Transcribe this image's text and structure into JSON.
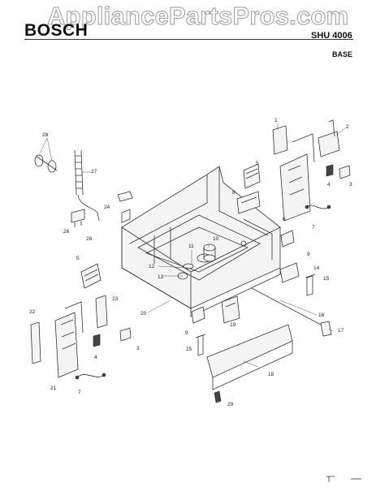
{
  "header": {
    "brand": "BOSCH",
    "watermark": "AppliancePartsPros.com",
    "model": "SHU 4006",
    "section": "BASE"
  },
  "callouts": {
    "c1": "1",
    "c2": "2",
    "c3a": "3",
    "c3b": "3",
    "c4a": "4",
    "c4b": "4",
    "c5a": "5",
    "c5b": "5",
    "c6": "6",
    "c7a": "7",
    "c7b": "7",
    "c8": "8",
    "c9a": "9",
    "c9b": "9",
    "c10": "10",
    "c11": "11",
    "c12": "12",
    "c13": "13",
    "c14": "14",
    "c15a": "15",
    "c15b": "15",
    "c16": "16",
    "c17": "17",
    "c18": "18",
    "c19": "19",
    "c20": "20",
    "c21": "21",
    "c22": "22",
    "c23": "23",
    "c24": "24",
    "c26": "26",
    "c27": "27",
    "c28a": "28",
    "c28b": "28",
    "c29": "29"
  }
}
